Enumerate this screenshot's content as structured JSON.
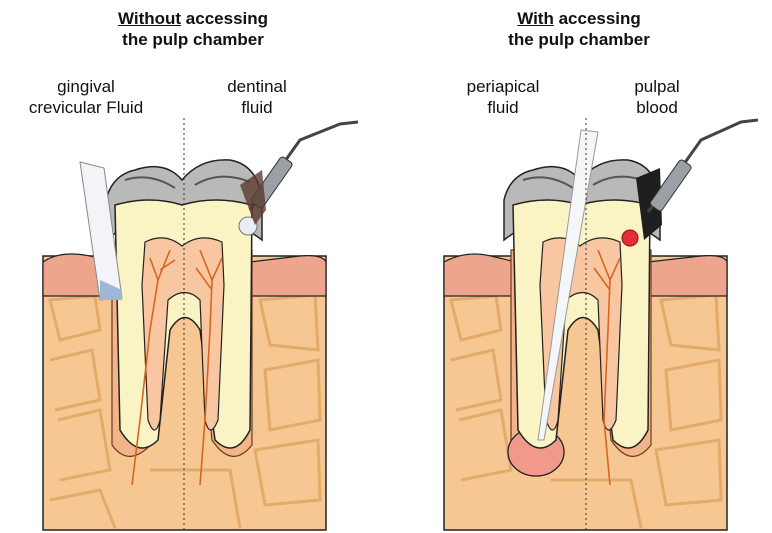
{
  "left_panel": {
    "title_emphasis": "Without",
    "title_rest": " accessing",
    "title_line2": "the pulp chamber",
    "label_a_line1": "gingival",
    "label_a_line2": "crevicular Fluid",
    "label_b_line1": "dentinal",
    "label_b_line2": "fluid"
  },
  "right_panel": {
    "title_emphasis": "With",
    "title_rest": " accessing",
    "title_line2": "the pulp chamber",
    "label_a_line1": "periapical",
    "label_a_line2": "fluid",
    "label_b_line1": "pulpal",
    "label_b_line2": "blood"
  },
  "colors": {
    "bone": "#f6c793",
    "bone_lines": "#e2a865",
    "gum": "#eea58d",
    "enamel": "#b9b9b9",
    "dentin": "#faf3c4",
    "pulp": "#f9c6a2",
    "nerve": "#d9661e",
    "blood_lesion": "#f19a8c"
  }
}
